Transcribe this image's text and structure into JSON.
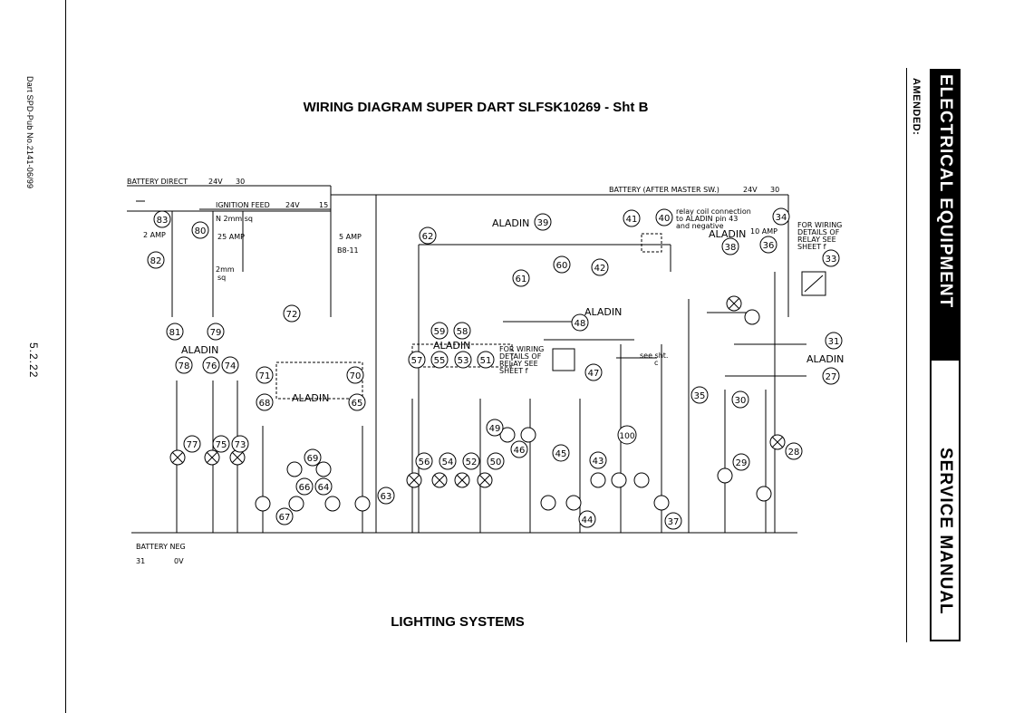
{
  "publication": "Dart SPD-Pub No.2141-06/99",
  "page_number": "5.2.22",
  "amended_label": "AMENDED:",
  "banner": {
    "top": "ELECTRICAL EQUIPMENT",
    "bottom": "SERVICE MANUAL"
  },
  "title": "WIRING DIAGRAM SUPER DART SLFSK10269 - Sht B",
  "section_title": "LIGHTING SYSTEMS",
  "rails": {
    "battery_direct": "BATTERY DIRECT",
    "battery_direct_v": "24V",
    "battery_direct_wire": "30",
    "ignition_feed": "IGNITION FEED",
    "ignition_v": "24V",
    "ignition_wire": "15",
    "after_master": "BATTERY (AFTER MASTER SW.)",
    "after_master_v": "24V",
    "after_master_wire": "30",
    "battery_neg": "BATTERY NEG",
    "neg_wire": "31",
    "neg_v": "0V"
  },
  "fuses": [
    {
      "num": "83",
      "label": "2 AMP"
    },
    {
      "num": "80",
      "label": "25 AMP"
    },
    {
      "num": "5 AMP",
      "label": "B8-11"
    }
  ],
  "notes": {
    "relay_note": [
      "relay coil connection",
      "to ALADIN pin 43",
      "and negative"
    ],
    "relay_details": [
      "FOR WIRING",
      "DETAILS OF",
      "RELAY SEE",
      "SHEET f"
    ],
    "relay_details_2": [
      "FOR WIRING",
      "DETAILS OF",
      "RELAY SEE",
      "SHEET f"
    ],
    "see_sht": [
      "see sht.",
      "c"
    ],
    "ten_amp": "10 AMP",
    "two_mm": [
      "2mm",
      "sq"
    ],
    "n2mm": "N 2mm sq"
  },
  "aladin": "ALADIN",
  "component_numbers": [
    "27",
    "28",
    "29",
    "30",
    "31",
    "33",
    "34",
    "35",
    "36",
    "37",
    "38",
    "39",
    "40",
    "41",
    "42",
    "43",
    "44",
    "45",
    "46",
    "47",
    "48",
    "49",
    "50",
    "51",
    "52",
    "53",
    "54",
    "55",
    "56",
    "57",
    "58",
    "59",
    "60",
    "61",
    "62",
    "63",
    "64",
    "65",
    "66",
    "67",
    "68",
    "69",
    "70",
    "71",
    "72",
    "73",
    "74",
    "75",
    "76",
    "77",
    "78",
    "79",
    "80",
    "81",
    "82",
    "83",
    "100"
  ]
}
